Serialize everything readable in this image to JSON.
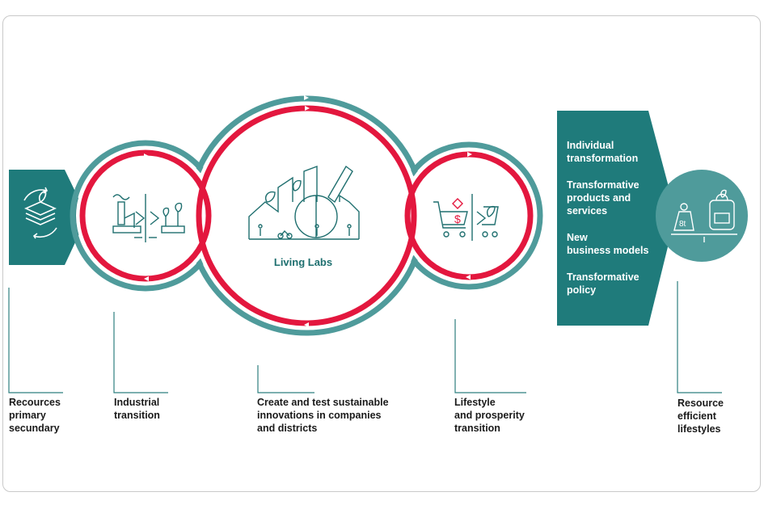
{
  "center": {
    "title": "Living Labs"
  },
  "right_panel": {
    "items": [
      {
        "line1": "Individual",
        "line2": "transformation",
        "line3": ""
      },
      {
        "line1": "Transformative",
        "line2": "products and",
        "line3": "services"
      },
      {
        "line1": "New",
        "line2": "business models",
        "line3": ""
      },
      {
        "line1": "Transformative",
        "line2": "policy",
        "line3": ""
      }
    ]
  },
  "labels": {
    "resources": [
      "Recources",
      "primary",
      "secundary"
    ],
    "industrial": [
      "Industrial",
      "transition"
    ],
    "create": [
      "Create and test sustainable",
      "innovations in companies",
      "and districts"
    ],
    "lifestyle": [
      "Lifestyle",
      "and prosperity",
      "transition"
    ],
    "resource_efficient": [
      "Resource",
      "efficient",
      "lifestyles"
    ]
  },
  "icons": {
    "scale_weight": "8t"
  },
  "colors": {
    "teal": "#1f7b7b",
    "teal_light": "#4f9b9b",
    "red": "#e3173e",
    "line": "#2e7f7f"
  }
}
